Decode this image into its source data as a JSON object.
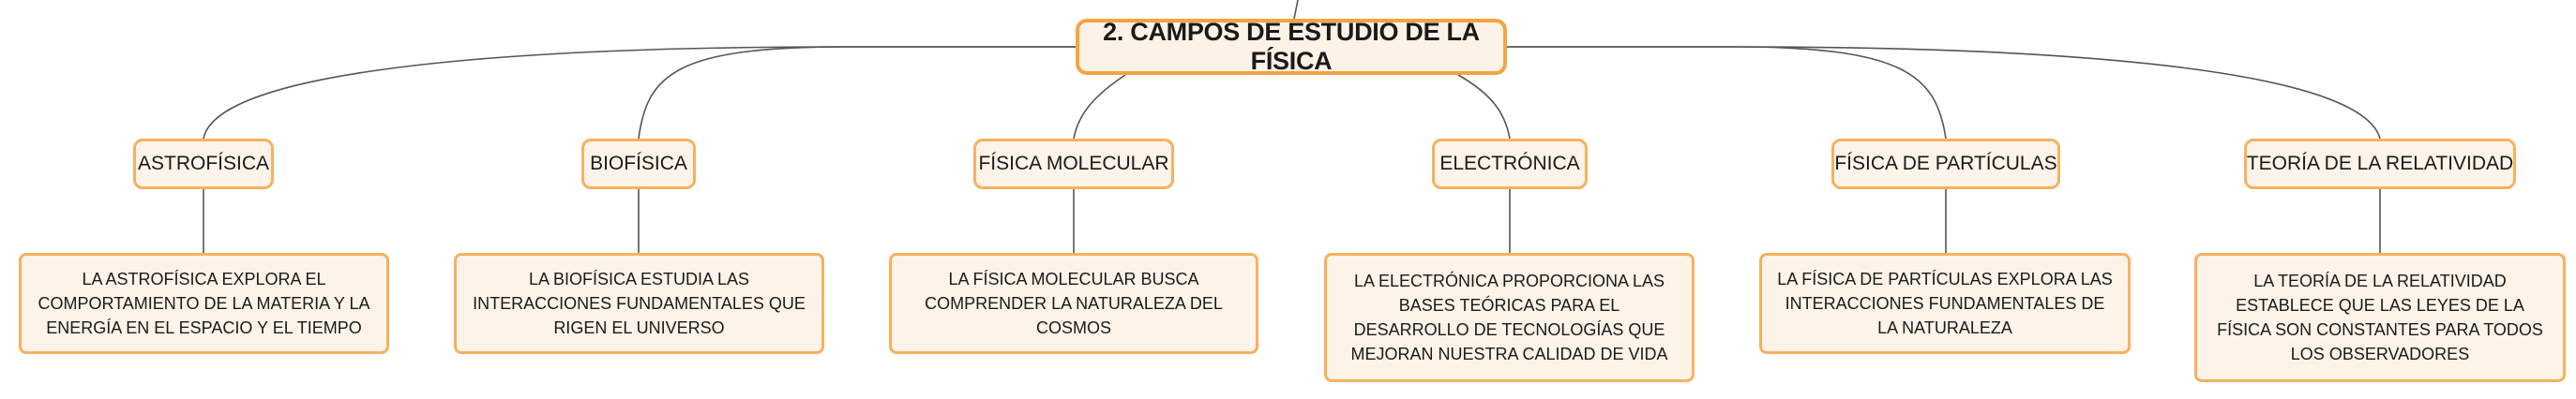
{
  "root": {
    "title": "2. CAMPOS DE ESTUDIO DE LA FÍSICA"
  },
  "branches": [
    {
      "label": "ASTROFÍSICA",
      "description": "LA ASTROFÍSICA EXPLORA EL COMPORTAMIENTO DE LA MATERIA Y LA ENERGÍA EN EL ESPACIO Y EL TIEMPO"
    },
    {
      "label": "BIOFÍSICA",
      "description": "LA BIOFÍSICA ESTUDIA LAS INTERACCIONES FUNDAMENTALES QUE RIGEN EL UNIVERSO"
    },
    {
      "label": "FÍSICA MOLECULAR",
      "description": "LA FÍSICA MOLECULAR BUSCA COMPRENDER LA NATURALEZA DEL COSMOS"
    },
    {
      "label": "ELECTRÓNICA",
      "description": "LA ELECTRÓNICA PROPORCIONA LAS BASES TEÓRICAS PARA EL DESARROLLO DE TECNOLOGÍAS QUE MEJORAN NUESTRA CALIDAD DE VIDA"
    },
    {
      "label": "FÍSICA DE PARTÍCULAS",
      "description": "LA FÍSICA DE PARTÍCULAS EXPLORA LAS INTERACCIONES FUNDAMENTALES DE LA NATURALEZA"
    },
    {
      "label": "TEORÍA DE LA RELATIVIDAD",
      "description": "LA TEORÍA DE LA RELATIVIDAD ESTABLECE QUE LAS LEYES DE LA FÍSICA SON CONSTANTES PARA TODOS LOS OBSERVADORES"
    }
  ]
}
